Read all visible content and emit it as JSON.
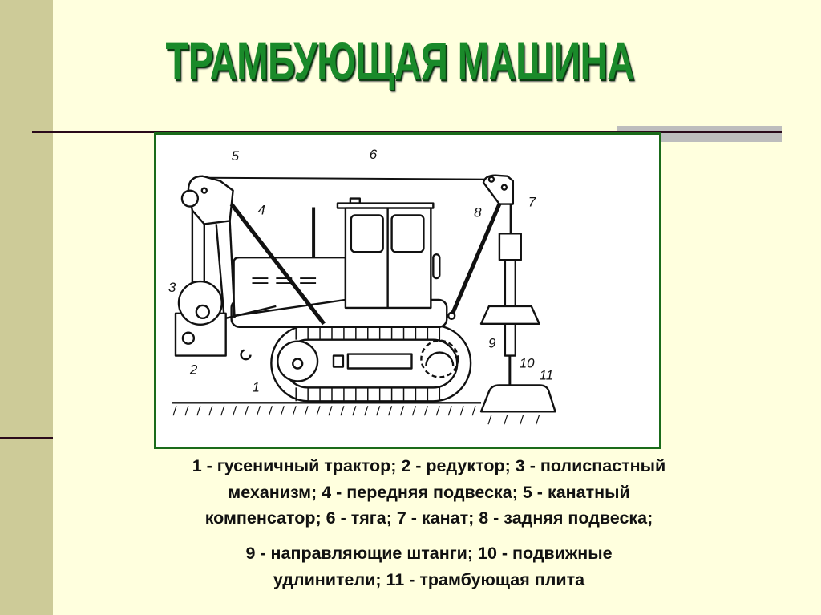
{
  "slide": {
    "title": "ТРАМБУЮЩАЯ МАШИНА",
    "colors": {
      "title": "#1a8a2a",
      "frame": "#1a6b1a",
      "background": "#ffffde",
      "strip": "#cdcb98"
    },
    "diagram_labels": [
      "1",
      "2",
      "3",
      "4",
      "5",
      "6",
      "7",
      "8",
      "9",
      "10",
      "11"
    ],
    "caption_block1": [
      "1 - гусеничный трактор; 2 - редуктор; 3 - полиспастный",
      "механизм; 4 - передняя подвеска; 5 - канатный",
      "компенсатор; 6 - тяга; 7 - канат; 8 - задняя подвеска;"
    ],
    "caption_block2": [
      "9 - направляющие штанги; 10 - подвижные",
      "удлинители; 11 - трамбующая плита"
    ]
  }
}
